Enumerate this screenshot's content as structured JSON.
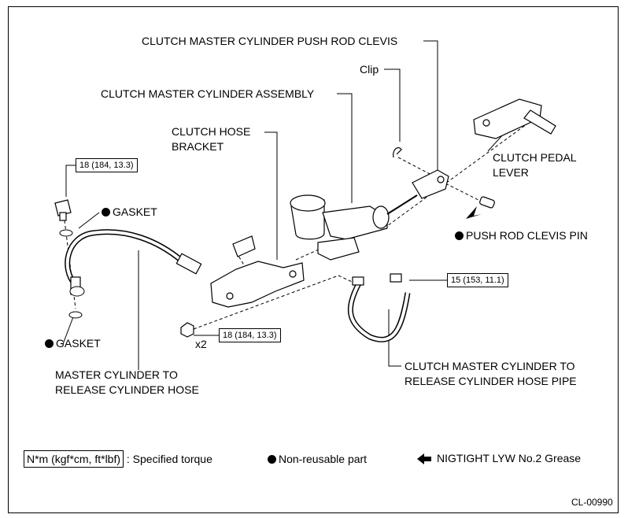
{
  "labels": {
    "push_rod_clevis": "CLUTCH MASTER CYLINDER PUSH ROD CLEVIS",
    "clip": "Clip",
    "master_cylinder_assembly": "CLUTCH MASTER CYLINDER ASSEMBLY",
    "hose_bracket_line1": "CLUTCH HOSE",
    "hose_bracket_line2": "BRACKET",
    "pedal_lever_line1": "CLUTCH PEDAL",
    "pedal_lever_line2": "LEVER",
    "gasket_upper": "GASKET",
    "gasket_lower": "GASKET",
    "clevis_pin": "PUSH ROD CLEVIS PIN",
    "hose_line1": "MASTER CYLINDER TO",
    "hose_line2": "RELEASE CYLINDER HOSE",
    "pipe_line1": "CLUTCH MASTER CYLINDER TO",
    "pipe_line2": "RELEASE CYLINDER HOSE PIPE",
    "quantity": "x2"
  },
  "torques": {
    "bolt_top": "18 (184, 13.3)",
    "pipe": "15 (153, 11.1)",
    "bracket_nut": "18 (184, 13.3)"
  },
  "legend": {
    "torque_box": "N*m (kgf*cm, ft*lbf)",
    "torque_text": ": Specified torque",
    "nonreusable_text": "Non-reusable part",
    "grease_text": "NIGTIGHT LYW No.2  Grease"
  },
  "figure_code": "CL-00990",
  "icons": {
    "nonreusable": "filled-circle-icon",
    "grease": "left-arrow-icon"
  }
}
